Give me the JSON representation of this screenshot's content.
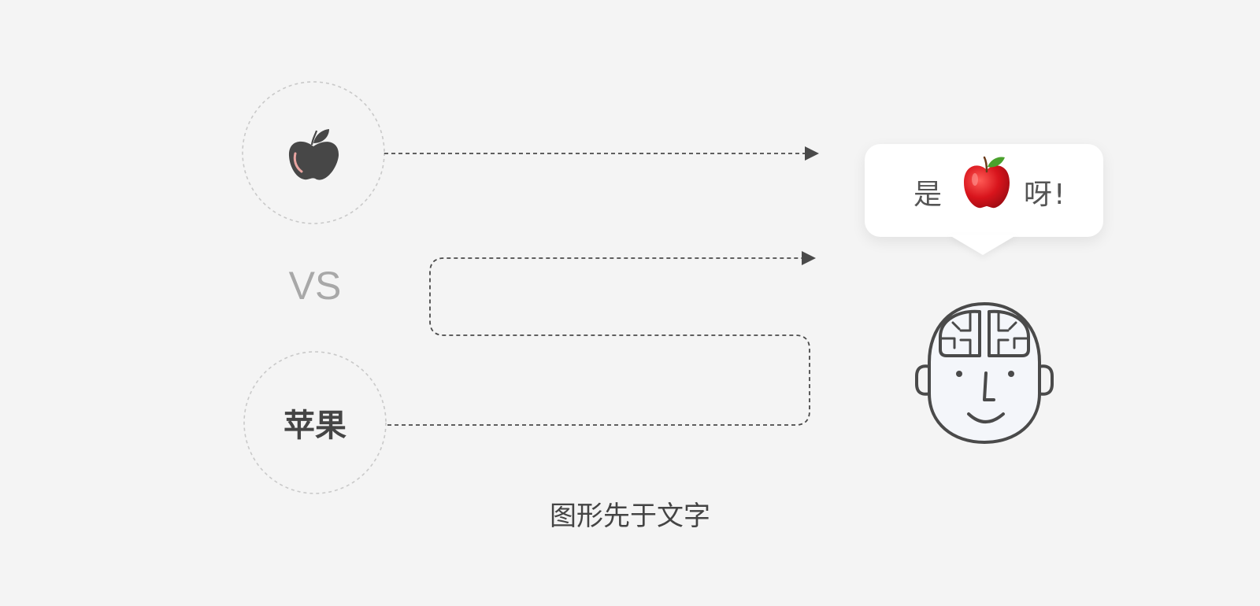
{
  "diagram": {
    "vs_text": "VS",
    "word_text": "苹果",
    "caption": "图形先于文字",
    "bubble": {
      "prefix": "是",
      "suffix": "呀!"
    },
    "icons": {
      "symbol": "apple-silhouette-icon",
      "bubble_icon": "red-apple-icon",
      "brain": "brain-head-icon"
    },
    "colors": {
      "background": "#f4f4f4",
      "stroke": "#4a4a4a",
      "circle_border": "#c8c8c8",
      "apple_red": "#d9141b",
      "leaf_green": "#4aa12c"
    }
  }
}
